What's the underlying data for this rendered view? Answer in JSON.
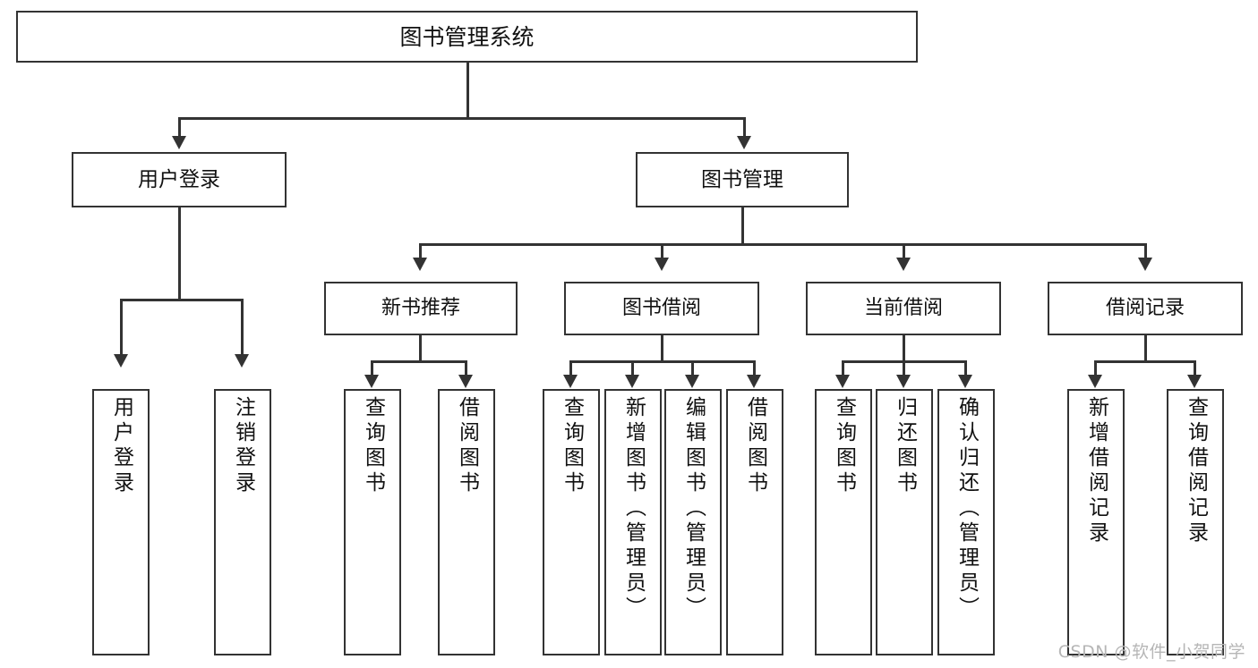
{
  "diagram": {
    "title_box": {
      "label": "图书管理系统"
    },
    "level1": [
      {
        "key": "user_login",
        "label": "用户登录"
      },
      {
        "key": "book_manage",
        "label": "图书管理"
      }
    ],
    "level2": [
      {
        "key": "new_book_recommend",
        "label": "新书推荐"
      },
      {
        "key": "book_borrow",
        "label": "图书借阅"
      },
      {
        "key": "current_borrow",
        "label": "当前借阅"
      },
      {
        "key": "borrow_record",
        "label": "借阅记录"
      }
    ],
    "leaves": [
      {
        "key": "user_login_leaf",
        "label": "用户登录",
        "parent": "user_login"
      },
      {
        "key": "logout_leaf",
        "label": "注销登录",
        "parent": "user_login"
      },
      {
        "key": "query_book_1",
        "label": "查询图书",
        "parent": "new_book_recommend"
      },
      {
        "key": "borrow_book_1",
        "label": "借阅图书",
        "parent": "new_book_recommend"
      },
      {
        "key": "query_book_2",
        "label": "查询图书",
        "parent": "book_borrow"
      },
      {
        "key": "add_book_admin",
        "label": "新增图书（管理员）",
        "parent": "book_borrow"
      },
      {
        "key": "edit_book_admin",
        "label": "编辑图书（管理员）",
        "parent": "book_borrow"
      },
      {
        "key": "borrow_book_2",
        "label": "借阅图书",
        "parent": "book_borrow"
      },
      {
        "key": "query_book_3",
        "label": "查询图书",
        "parent": "current_borrow"
      },
      {
        "key": "return_book",
        "label": "归还图书",
        "parent": "current_borrow"
      },
      {
        "key": "confirm_return_admin",
        "label": "确认归还（管理员）",
        "parent": "current_borrow"
      },
      {
        "key": "add_borrow_record",
        "label": "新增借阅记录",
        "parent": "borrow_record"
      },
      {
        "key": "query_borrow_record",
        "label": "查询借阅记录",
        "parent": "borrow_record"
      }
    ]
  },
  "watermark": {
    "text": "CSDN @软件_小贺同学"
  },
  "colors": {
    "border": "#333333",
    "background": "#ffffff",
    "text": "#111111",
    "watermark": "#b6b6b6"
  }
}
